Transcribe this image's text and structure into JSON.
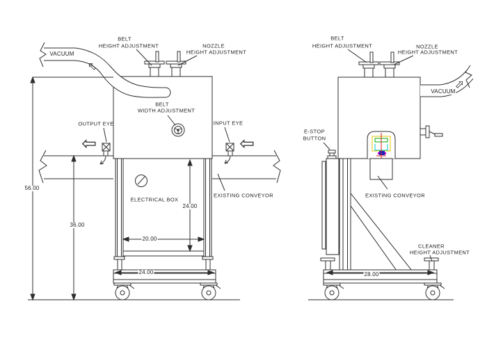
{
  "colors": {
    "line": "#2d2d2d",
    "detail_red": "#cc2020",
    "detail_green": "#00aa00",
    "detail_cyan": "#00c8c8",
    "detail_blue": "#2020c0",
    "detail_magenta": "#c000c0",
    "detail_yellow": "#e6c300"
  },
  "icons": {
    "flow_arrow_left": "⇦",
    "flow_arrow_up": "⇧"
  },
  "left_view": {
    "vacuum_label": "VACUUM",
    "belt_height_label_1": "BELT",
    "belt_height_label_2": "HEIGHT ADJUSTMENT",
    "nozzle_height_label_1": "NOZZLE",
    "nozzle_height_label_2": "HEIGHT ADJUSTMENT",
    "belt_width_label_1": "BELT",
    "belt_width_label_2": "WIDTH ADJUSTMENT",
    "output_eye_label": "OUTPUT EYE",
    "input_eye_label": "INPUT EYE",
    "electrical_box_label": "ELECTRICAL BOX",
    "existing_conveyor_label": "EXISTING CONVEYOR",
    "dim_overall_height": "56.00",
    "dim_conveyor_height": "36.00",
    "dim_leg_height": "24.00",
    "dim_leg_spacing": "20.00",
    "dim_base_width": "24.00"
  },
  "right_view": {
    "belt_height_label_1": "BELT",
    "belt_height_label_2": "HEIGHT ADJUSTMENT",
    "nozzle_height_label_1": "NOZZLE",
    "nozzle_height_label_2": "HEIGHT ADJUSTMENT",
    "vacuum_label": "VACUUM",
    "estop_label_1": "E-STOP",
    "estop_label_2": "BUTTON",
    "existing_conveyor_label": "EXISTING CONVEYOR",
    "cleaner_height_label_1": "CLEANER",
    "cleaner_height_label_2": "HEIGHT ADJUSTMENT",
    "dim_base_width": "28.00"
  }
}
